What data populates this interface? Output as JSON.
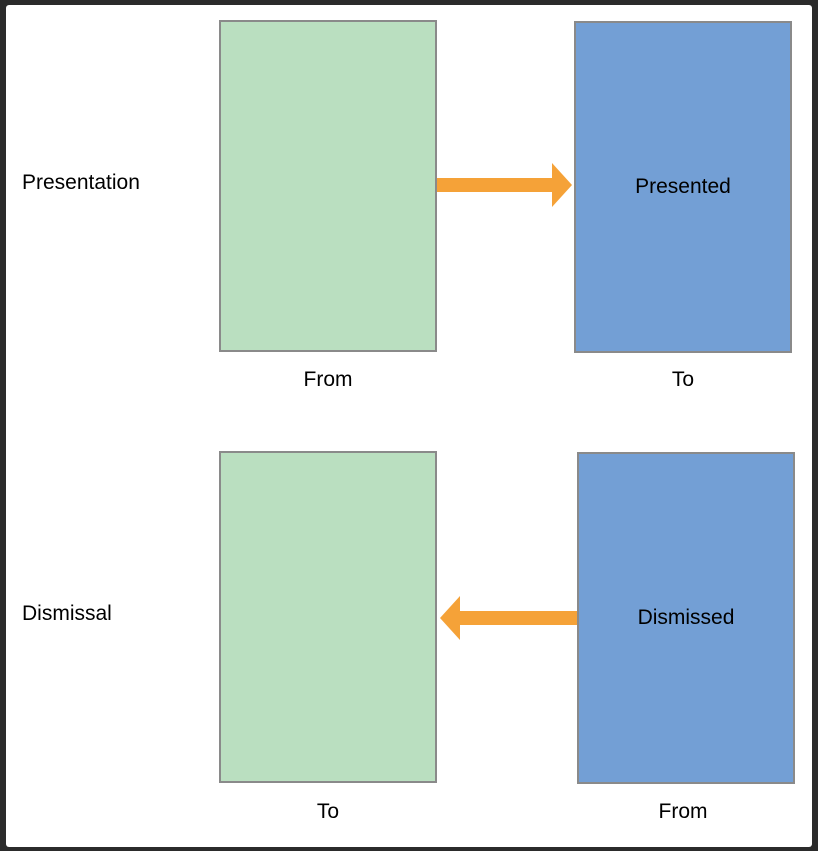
{
  "diagram": {
    "presentation": {
      "row_label": "Presentation",
      "from_caption": "From",
      "to_caption": "To",
      "to_box_text": "Presented"
    },
    "dismissal": {
      "row_label": "Dismissal",
      "to_caption": "To",
      "from_caption": "From",
      "from_box_text": "Dismissed"
    }
  },
  "colors": {
    "from_view": "#badfc0",
    "presented_view": "#739fd5",
    "arrow": "#f5a238",
    "box_border": "#8a8a8a"
  }
}
